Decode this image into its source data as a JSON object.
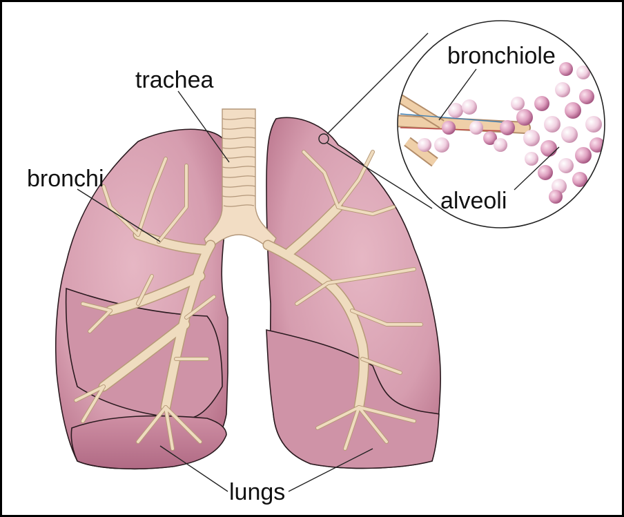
{
  "labels": {
    "trachea": "trachea",
    "bronchi": "bronchi",
    "bronchiole": "bronchiole",
    "alveoli": "alveoli",
    "lungs": "lungs"
  },
  "colors": {
    "lung_fill": "#d9a2b3",
    "lung_shade": "#b97088",
    "airway": "#efdcbf",
    "alveoli": "#d48bae",
    "frame": "#000000"
  }
}
